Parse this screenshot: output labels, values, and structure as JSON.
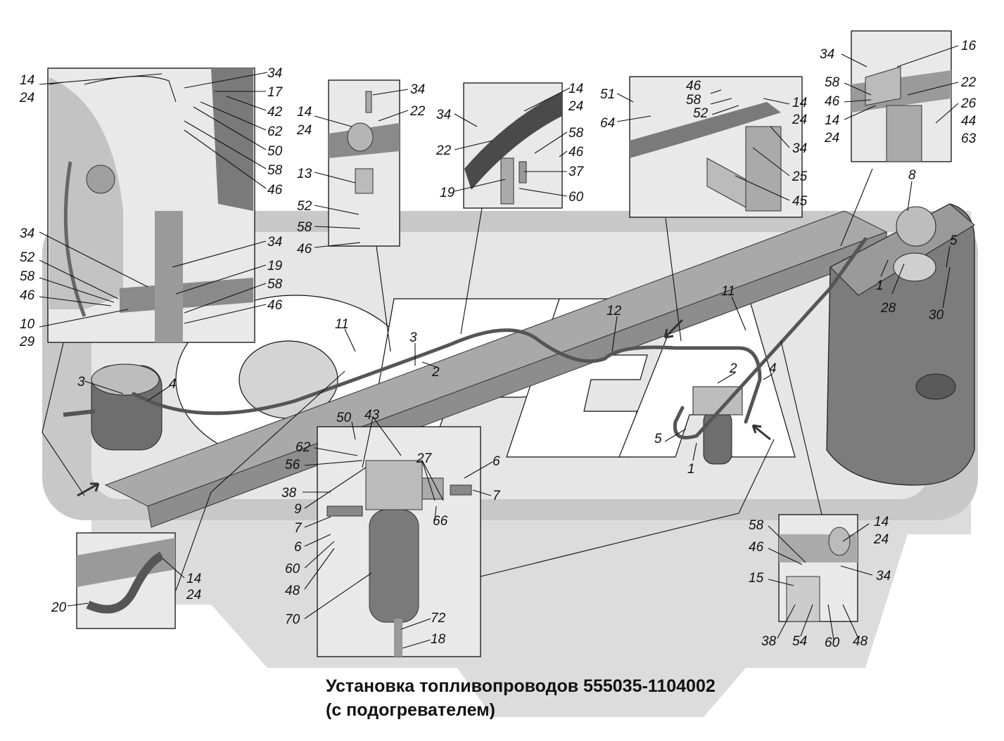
{
  "title": {
    "line1": "Установка топливопроводов 555035-1104002",
    "line2": "(с подогревателем)"
  },
  "colors": {
    "watermark": "#cfcfcf",
    "part_fill": "#bdbdbd",
    "part_dark": "#6e6e6e",
    "inset_bg": "#e6e6e6",
    "ink": "#111111"
  },
  "callouts": {
    "inset_top_left": [
      "14",
      "24",
      "34",
      "17",
      "42",
      "62",
      "50",
      "58",
      "46",
      "34",
      "52",
      "58",
      "46",
      "10",
      "29",
      "34",
      "19",
      "58",
      "46"
    ],
    "inset_clamp": [
      "34",
      "22",
      "14",
      "24",
      "13",
      "52",
      "58",
      "46"
    ],
    "inset_bracket": [
      "14",
      "24",
      "34",
      "22",
      "58",
      "46",
      "37",
      "19",
      "60"
    ],
    "inset_nut": [
      "51",
      "64",
      "46",
      "58",
      "52",
      "14",
      "24",
      "34",
      "25",
      "45"
    ],
    "inset_top_right": [
      "34",
      "16",
      "58",
      "46",
      "22",
      "26",
      "44",
      "63",
      "14",
      "24"
    ],
    "main_view": [
      "8",
      "5",
      "1",
      "28",
      "30",
      "11",
      "12",
      "2",
      "4",
      "5",
      "1",
      "3",
      "2",
      "11",
      "3",
      "4"
    ],
    "inset_filter": [
      "50",
      "43",
      "62",
      "56",
      "27",
      "6",
      "38",
      "7",
      "9",
      "66",
      "7",
      "6",
      "60",
      "48",
      "70",
      "72",
      "18"
    ],
    "inset_hose": [
      "20",
      "14",
      "24"
    ],
    "inset_bottom_right": [
      "58",
      "14",
      "24",
      "46",
      "34",
      "15",
      "38",
      "54",
      "60",
      "48"
    ]
  }
}
